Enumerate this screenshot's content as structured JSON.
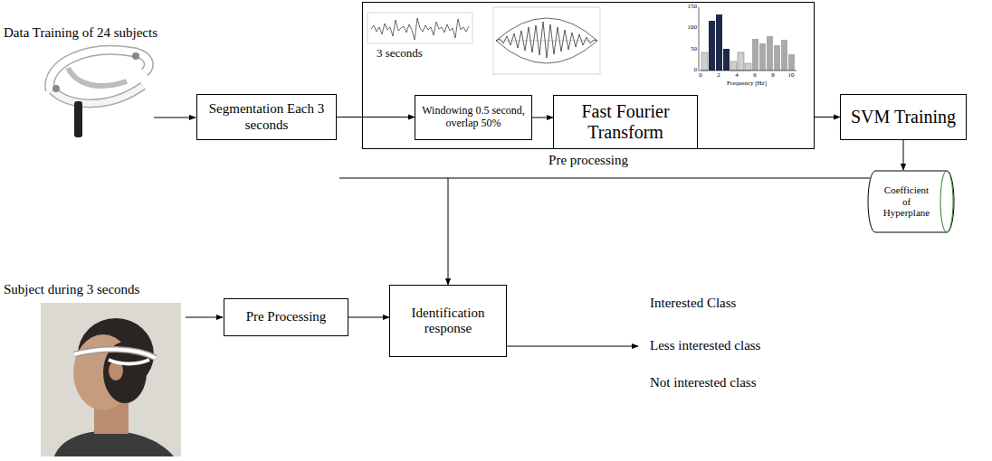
{
  "diagram": {
    "nodes": [
      {
        "text": [
          "Segmentation Each 3 seconds"
        ]
      },
      {
        "text": [
          "Pre processing"
        ]
      },
      {
        "text": [
          "Windowing 0.5 second, overlap 50%"
        ],
        "in": 1
      },
      {
        "text": [
          "Fast Fourier Transform"
        ],
        "in": 1
      },
      {
        "text": [
          "SVM Training"
        ]
      },
      {
        "text": [
          "Coefficient of Hyperplane"
        ]
      },
      {
        "text": [
          "Pre Processing"
        ]
      },
      {
        "text": [
          "Identification response"
        ]
      }
    ],
    "edges": [
      {
        "from": 0,
        "to": 2,
        "arrow": "to"
      },
      {
        "from": 2,
        "to": 3,
        "arrow": "to"
      },
      {
        "from": 1,
        "to": 4,
        "arrow": "to"
      },
      {
        "from": 4,
        "to": 5,
        "arrow": "to"
      },
      {
        "from": 5,
        "to": 7,
        "arrow": "to"
      },
      {
        "from": 6,
        "to": 7,
        "arrow": "to"
      }
    ],
    "labels": [
      "Data Training of 24 subjects",
      "3 seconds",
      "150",
      "100",
      "50",
      "0",
      "0",
      "2",
      "4",
      "6",
      "8",
      "10",
      "Frequency [Hz]",
      "Subject during 3 seconds",
      "Interested Class",
      "Less interested class",
      "Not interested class"
    ]
  }
}
